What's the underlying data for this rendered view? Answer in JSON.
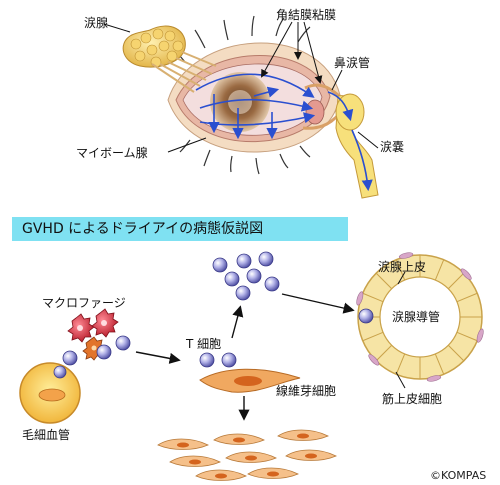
{
  "upper": {
    "lacrimal_gland": "涙腺",
    "conjunctiva": "角結膜粘膜",
    "nasolacrimal_duct": "鼻涙管",
    "meibomian_gland": "マイボーム腺",
    "lacrimal_sac": "涙嚢"
  },
  "banner": "GVHD によるドライアイの病態仮説図",
  "lower": {
    "macrophage": "マクロファージ",
    "t_cell": "T 細胞",
    "fibroblast": "線維芽細胞",
    "capillary": "毛細血管",
    "duct_epithelium": "涙腺上皮",
    "lacrimal_duct": "涙腺導管",
    "myoepithelial": "筋上皮細胞"
  },
  "copyright": "©KOMPAS",
  "colors": {
    "banner": "#7fe1f2",
    "gland": "#f5d77a",
    "lymphocyte": "#8f8fcf",
    "macrophage": "#cc2a3a",
    "fibroblast": "#f0a860",
    "flow_arrow": "#2a4fd0"
  }
}
